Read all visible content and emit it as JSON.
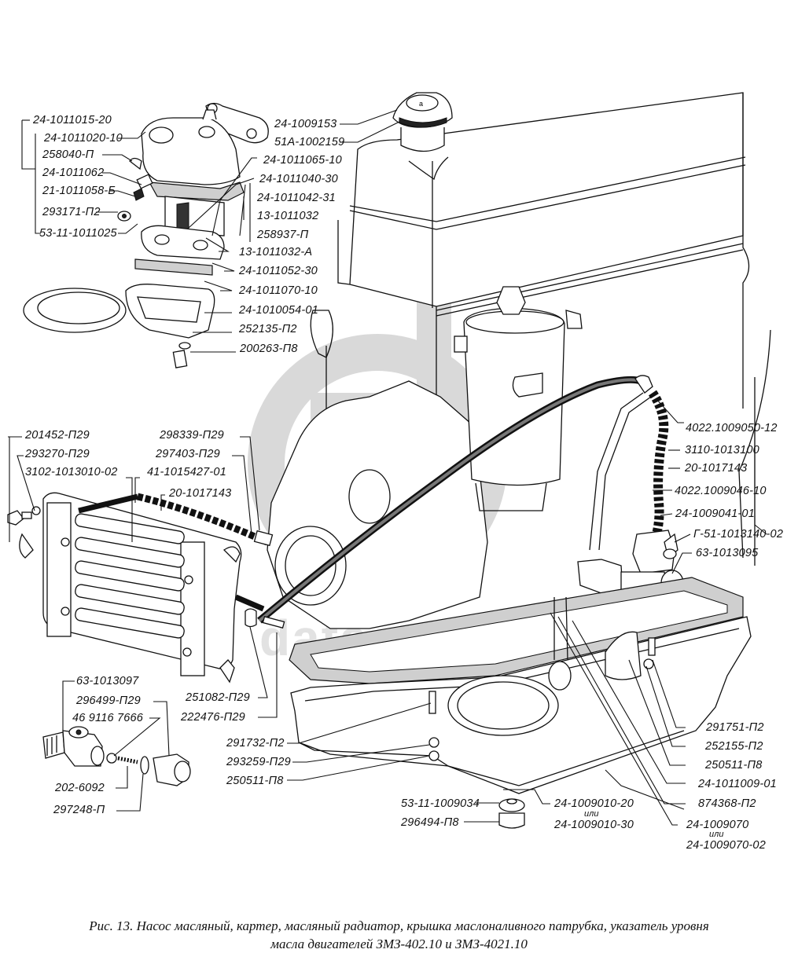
{
  "figure": {
    "caption_line1": "Рис. 13. Насос масляный, картер, масляный радиатор, крышка маслоналивного патрубка, указатель уровня",
    "caption_line2": "масла двигателей ЗМЗ-402.10 и ЗМЗ-4021.10",
    "watermark_text": "data-parts"
  },
  "labels": {
    "oil_pump": [
      "24-1011015-20",
      "24-1011020-10",
      "258040-П",
      "24-1011062",
      "21-1011058-Б",
      "293171-П2",
      "53-11-1011025"
    ],
    "pump_right": [
      "24-1009153",
      "51A-1002159",
      "24-1011065-10",
      "24-1011040-30",
      "24-1011042-31",
      "13-1011032",
      "258937-П",
      "13-1011032-А",
      "24-1011052-30",
      "24-1011070-10",
      "24-1010054-01",
      "252135-П2",
      "200263-П8"
    ],
    "radiator": [
      "201452-П29",
      "293270-П29",
      "3102-1013010-02",
      "41-1015427-01",
      "20-1017143",
      "298339-П29",
      "297403-П29"
    ],
    "dipstick": [
      "4022.1009050-12",
      "3110-1013100",
      "20-1017143",
      "4022.1009046-10",
      "24-1009041-01",
      "Г-51-1013140-02",
      "63-1013095"
    ],
    "tee_fitting": [
      "63-1013097",
      "296499-П29",
      "46 9116 7666",
      "202-6092",
      "297248-П"
    ],
    "clamp": [
      "251082-П29",
      "222476-П29"
    ],
    "sump_left": [
      "291732-П2",
      "293259-П29",
      "250511-П8"
    ],
    "sump_right": [
      "291751-П2",
      "252155-П2",
      "250511-П8",
      "24-1011009-01",
      "874368-П2"
    ],
    "drain_plug": [
      "53-11-1009034",
      "296494-П8"
    ],
    "sump_part": {
      "main": "24-1009010-20",
      "or": "или",
      "alt": "24-1009010-30"
    },
    "sump_gasket": {
      "main": "24-1009070",
      "or": "или",
      "alt": "24-1009070-02"
    }
  }
}
